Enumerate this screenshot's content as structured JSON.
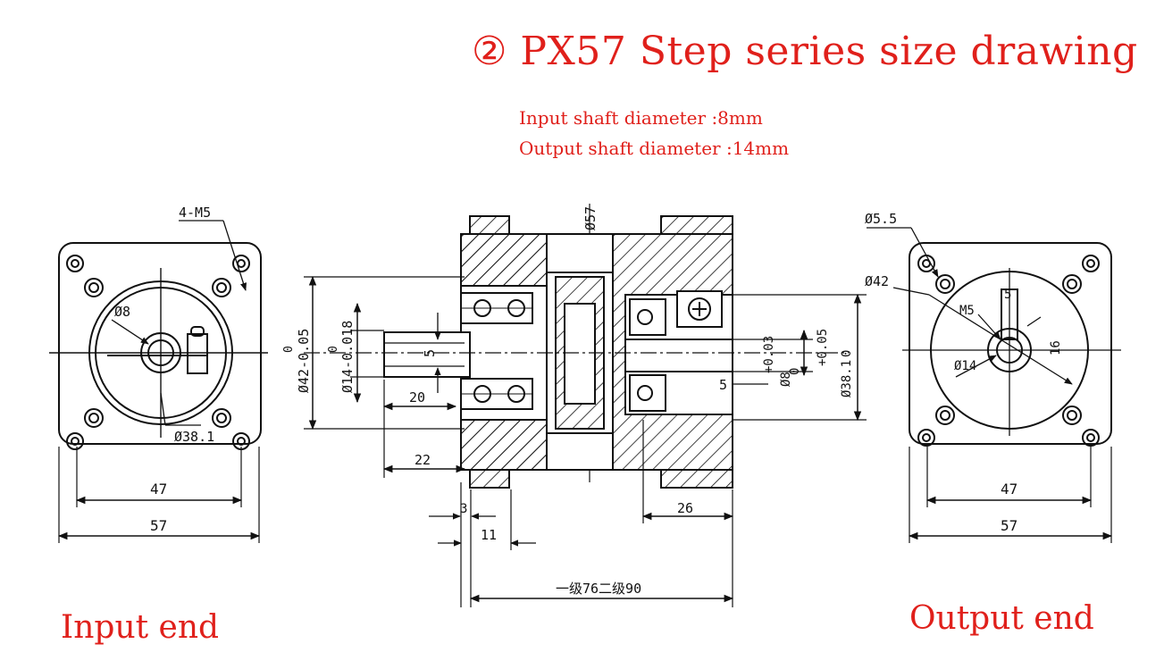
{
  "title": "② PX57 Step series size drawing",
  "input_shaft": "Input shaft diameter :8mm",
  "output_shaft": "Output shaft diameter :14mm",
  "input_end_label": "Input end",
  "output_end_label": "Output end",
  "dimensions": {
    "input_holes": "4-M5",
    "input_bore": "Ø8",
    "input_pilot": "Ø38.1",
    "input_pitch": "47",
    "input_frame": "57",
    "side_body": "Ø57",
    "side_flange_tol": "Ø42-0.05",
    "side_flange_tol_zero": "0",
    "side_shaft_tol": "Ø14-0.018",
    "side_shaft_tol_zero": "0",
    "side_key": "5",
    "side_keylen": "20",
    "side_shaftlen": "22",
    "side_step3": "3",
    "side_step11": "11",
    "side_bore_tol": "+0.03",
    "side_bore_tol0": "0",
    "side_bore": "Ø8",
    "side_pilot_tol": "+0.05",
    "side_pilot_tol0": "0",
    "side_pilot": "Ø38.1",
    "side_keyway": "5",
    "side_input_len": "26",
    "side_total": "一级76二级90",
    "output_holes": "Ø5.5",
    "output_pilot": "Ø42",
    "output_thread": "M5",
    "output_shaft": "Ø14",
    "output_key_w": "5",
    "output_key_h": "16",
    "output_pitch": "47",
    "output_frame": "57"
  },
  "colors": {
    "accent": "#e0201b",
    "line": "#111111"
  }
}
